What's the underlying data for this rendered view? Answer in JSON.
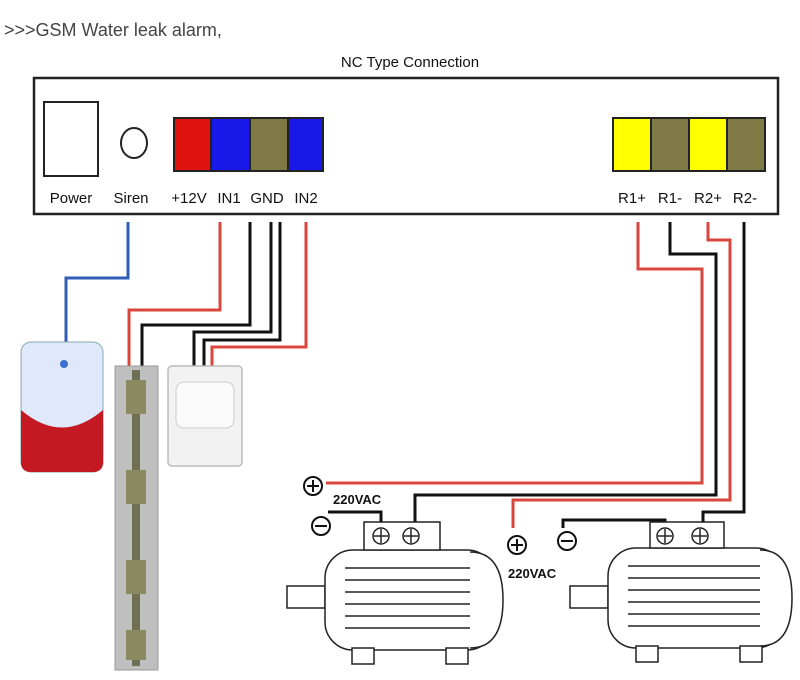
{
  "heading": ">>>GSM Water leak alarm,",
  "connection_title": "NC Type Connection",
  "terminals_left": [
    "Power",
    "Siren",
    "+12V",
    "IN1",
    "GND",
    "IN2"
  ],
  "terminals_right": [
    "R1+",
    "R1-",
    "R2+",
    "R2-"
  ],
  "voltage_labels": [
    "220VAC",
    "220VAC"
  ],
  "colors": {
    "red": "#e0120f",
    "blue": "#1818e8",
    "olive": "#7f7a45",
    "yellow": "#ffff00",
    "wire_red": "#d9463c",
    "wire_black": "#111111",
    "wire_blue": "#2f5db7"
  }
}
